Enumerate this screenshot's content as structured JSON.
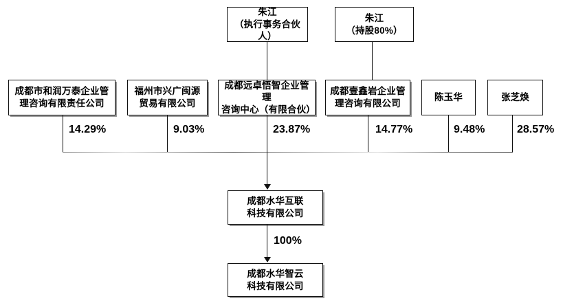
{
  "diagram": {
    "title": "股权结构图",
    "type": "ownership-structure-chart",
    "colors": {
      "line": "#111111",
      "box_border": "#111111",
      "background": "#ffffff",
      "text": "#000000"
    },
    "top_persons": [
      {
        "name": "朱江",
        "role": "（执行事务合伙人）",
        "label": "朱江\n（执行事务合伙人）"
      },
      {
        "name": "朱江",
        "role": "（持股80%）",
        "label": "朱江\n（持股80%）"
      }
    ],
    "shareholders": [
      {
        "label": "成都市和润万泰企业管\n理咨询有限责任公司",
        "percent": "14.29%"
      },
      {
        "label": "福州市兴广闽源\n贸易有限公司",
        "percent": "9.03%"
      },
      {
        "label": "成都远卓悟智企业管理\n咨询中心（有限合伙）",
        "percent": "23.87%"
      },
      {
        "label": "成都壹鑫岩企业管\n理咨询有限公司",
        "percent": "14.77%"
      },
      {
        "label": "陈玉华",
        "percent": "9.48%"
      },
      {
        "label": "张芝焕",
        "percent": "28.57%"
      }
    ],
    "entities": {
      "mid": {
        "label": "成都水华互联\n科技有限公司"
      },
      "bottom": {
        "label": "成都水华智云\n科技有限公司"
      }
    },
    "edges": {
      "mid_to_bottom_percent": "100%"
    }
  }
}
